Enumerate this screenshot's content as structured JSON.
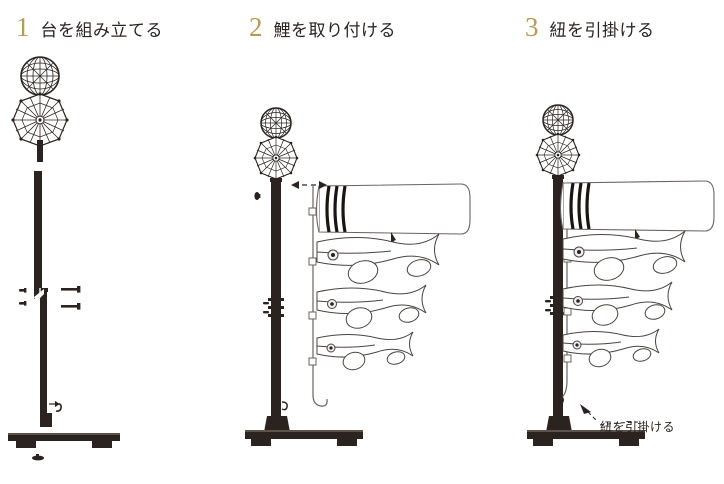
{
  "page": {
    "background_color": "#ffffff",
    "ink_color": "#2a2320",
    "accent_color": "#b99a53",
    "line_color": "#4a4440"
  },
  "steps": [
    {
      "number": "1",
      "title": "台を組み立てる",
      "illustration": "koinobori-stand-pole-assembly"
    },
    {
      "number": "2",
      "title": "鯉を取り付ける",
      "illustration": "koinobori-attach-carp-streamers"
    },
    {
      "number": "3",
      "title": "紐を引掛ける",
      "illustration": "koinobori-hook-the-cord"
    }
  ],
  "annotations": {
    "cord_hook_label": "紐を引掛ける"
  }
}
